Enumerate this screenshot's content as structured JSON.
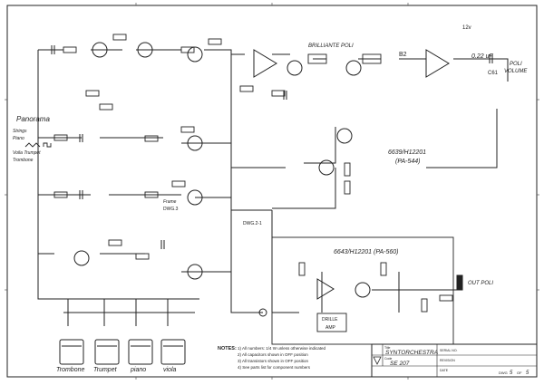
{
  "annotations": {
    "panorama_title": "Panorama",
    "panorama_lines": [
      "Strings",
      "Piano",
      "Voila Trumpet",
      "Trombone"
    ],
    "frame_label": "Frame",
    "frame_sub": "DWG.3",
    "brillante_poli": "BRILLIANTE POLI",
    "brillante_num": "B2",
    "poli_volume_1": "POLI",
    "poli_volume_2": "VOLUME",
    "cap_value": "0.22 uF",
    "cap_ref": "C61",
    "supply_value": "12v",
    "board_a_1": "6639/H12201",
    "board_a_2": "(PA-544)",
    "board_b": "6643/H12201 (PA-560)",
    "out_poli": "OUT POLI",
    "dwg_ref": "DWG.2-1",
    "switch_top": "DRILLE",
    "switch_bottom": "AMP"
  },
  "instruments": [
    {
      "label": "Trombone"
    },
    {
      "label": "Trumpet"
    },
    {
      "label": "piano"
    },
    {
      "label": "viola"
    }
  ],
  "notes": {
    "title": "NOTES:",
    "lines": [
      "1) All numbers: 1/4 W unless otherwise indicated",
      "2) All capacitors shown in OFF position",
      "3) All transistors shown in OFF position",
      "4) See parts list for component numbers"
    ]
  },
  "title_block": {
    "title_caption": "Title",
    "title": "SYNTORCHESTRA",
    "code_caption": "Code",
    "code": "SE 207",
    "serial_caption": "SERIAL NO.",
    "revision_caption": "REVISION",
    "date_caption": "DATE",
    "dwg_caption": "DWG",
    "dwg_number": "5",
    "of_caption": "OF",
    "of_number": "5"
  }
}
